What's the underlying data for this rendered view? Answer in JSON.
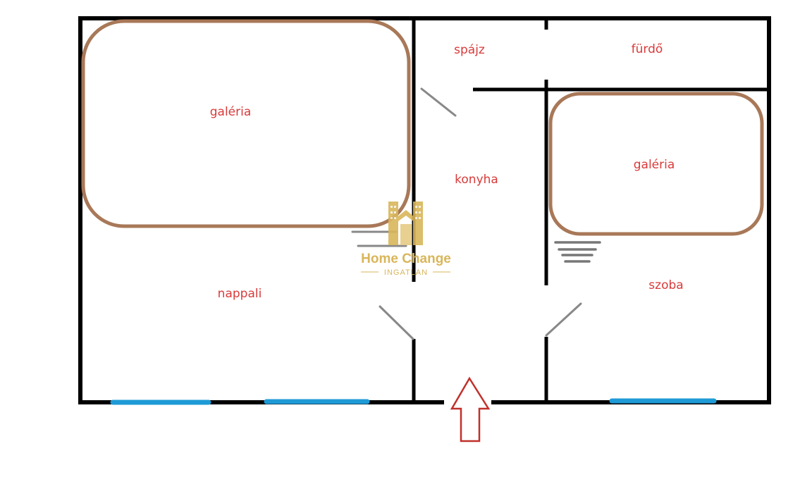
{
  "rooms": {
    "gallery_left": "galéria",
    "pantry": "spájz",
    "bathroom": "fürdő",
    "kitchen": "konyha",
    "gallery_right": "galéria",
    "living_room": "nappali",
    "bedroom": "szoba"
  },
  "logo": {
    "title": "Home Change",
    "subtitle": "INGATLAN"
  },
  "colors": {
    "wall": "#000000",
    "gallery_outline": "#a87858",
    "window": "#1e9ad6",
    "label": "#d93a3a",
    "door": "#888888",
    "entrance_arrow": "#c0302a",
    "logo_gold": "#d9b65a"
  },
  "icons": {
    "entrance": "entrance-arrow-icon",
    "stairs": "stairs-icon",
    "logo": "home-change-logo-icon"
  }
}
